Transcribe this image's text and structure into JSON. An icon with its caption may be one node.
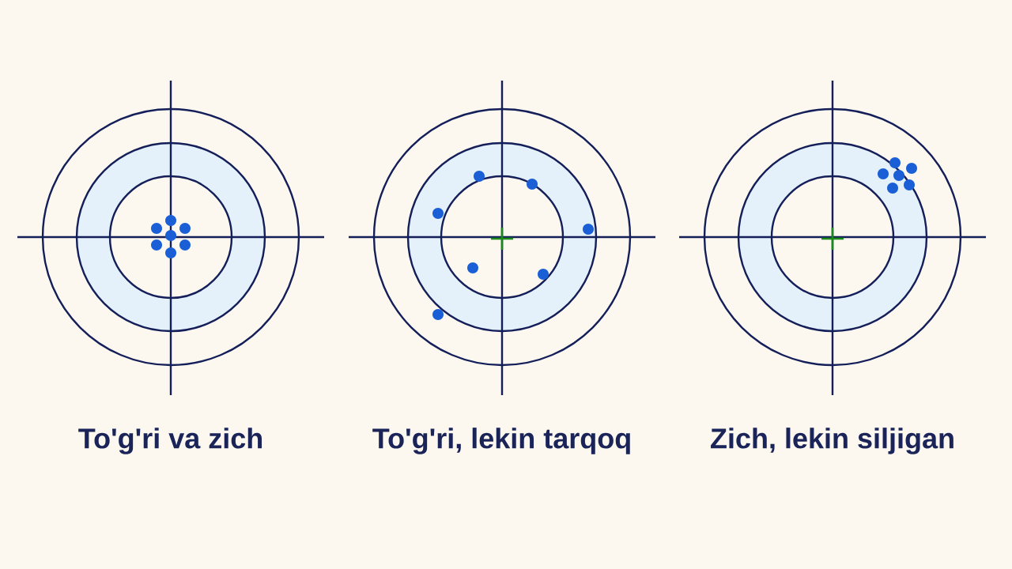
{
  "diagram": {
    "labels": [
      "To'g'ri va zich",
      "To'g'ri, lekin tarqoq",
      "Zich, lekin siljigan"
    ]
  }
}
